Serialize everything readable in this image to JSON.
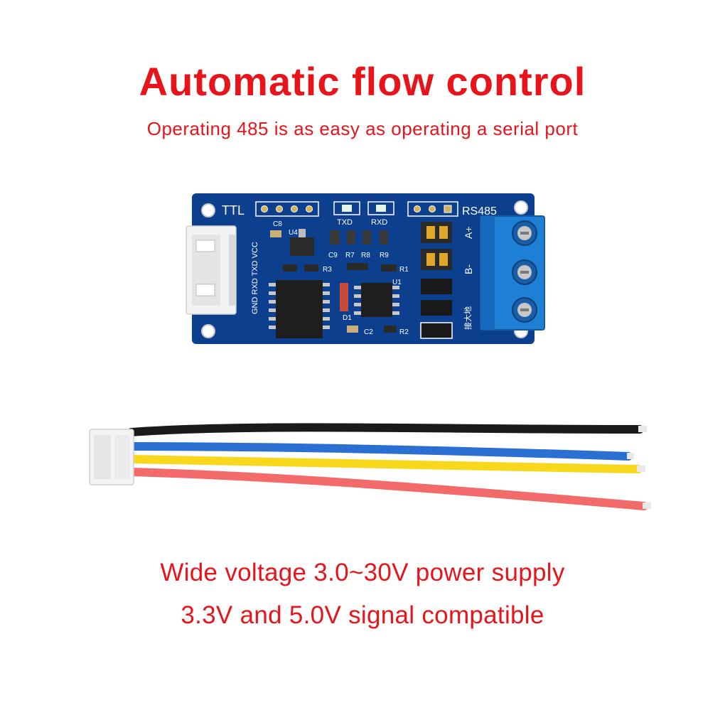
{
  "headline": {
    "title": "Automatic flow control",
    "subtitle": "Operating 485 is as easy as operating a serial port"
  },
  "features": {
    "line1": "Wide voltage 3.0~30V power supply",
    "line2": "3.3V and 5.0V signal compatible"
  },
  "board": {
    "label_ttl": "TTL",
    "label_rs485": "RS485",
    "label_txd": "TXD",
    "label_rxd": "RXD",
    "label_pins": "GND RXD TXD VCC",
    "label_a": "A+",
    "label_b": "B-",
    "label_u4": "U4",
    "label_u1": "U1",
    "label_c8": "C8",
    "label_c9": "C9",
    "label_r7": "R7",
    "label_r8": "R8",
    "label_r9": "R9",
    "label_r3": "R3",
    "label_r1": "R1",
    "label_c2": "C2",
    "label_r2": "R2",
    "label_d1": "D1",
    "label_gnd_cn": "接大地"
  },
  "colors": {
    "text_red": "#e8141b",
    "pcb_blue": "#0d3f8f",
    "terminal_blue": "#1e7fd6",
    "wire_black": "#1a1a1a",
    "wire_blue": "#2a6fd1",
    "wire_yellow": "#f7d81c",
    "wire_red": "#f26a6a"
  }
}
